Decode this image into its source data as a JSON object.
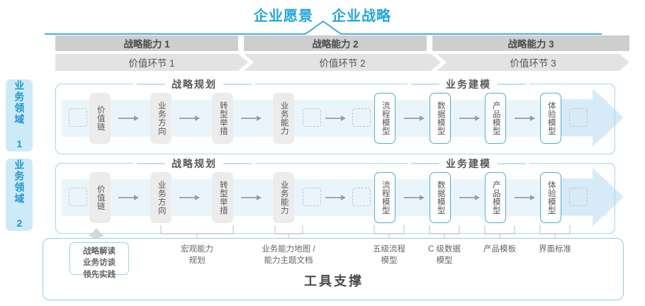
{
  "top": {
    "titles": [
      "企业愿景",
      "企业战略"
    ],
    "accent": "#20A7DC"
  },
  "header": {
    "capability_row": [
      {
        "label": "战略能力 1"
      },
      {
        "label": "战略能力 2"
      },
      {
        "label": "战略能力 3"
      }
    ],
    "value_row": [
      {
        "label": "价值环节 1"
      },
      {
        "label": "价值环节 2"
      },
      {
        "label": "价值环节 3"
      }
    ]
  },
  "domains": [
    {
      "label": "业务领域 1"
    },
    {
      "label": "业务领域 2"
    }
  ],
  "sections": {
    "planning": "战略规划",
    "modeling": "业务建模"
  },
  "nodes": {
    "planning": [
      {
        "label": "价值链",
        "style": "gray"
      },
      {
        "label": "业务方向",
        "style": "gray"
      },
      {
        "label": "转型举措",
        "style": "gray"
      },
      {
        "label": "业务能力",
        "style": "gray"
      }
    ],
    "modeling": [
      {
        "label": "流程模型",
        "style": "blue"
      },
      {
        "label": "数据模型",
        "style": "blue"
      },
      {
        "label": "产品模型",
        "style": "blue"
      },
      {
        "label": "体验模型",
        "style": "blue"
      }
    ]
  },
  "tools": {
    "title": "工具支撑",
    "chip": "战略解读\n业务访谈\n领先实践",
    "chip_lines": [
      "战略解读",
      "业务访谈",
      "领先实践"
    ],
    "labels": [
      {
        "line1": "宏观能力",
        "line2": "规划"
      },
      {
        "line1": "业务能力地图 /",
        "line2": "能力主题文档"
      },
      {
        "line1": "五级流程",
        "line2": "模型"
      },
      {
        "line1": "C 级数据",
        "line2": "模型"
      },
      {
        "line1": "产品模板",
        "line2": ""
      },
      {
        "line1": "界面标准",
        "line2": ""
      }
    ]
  }
}
